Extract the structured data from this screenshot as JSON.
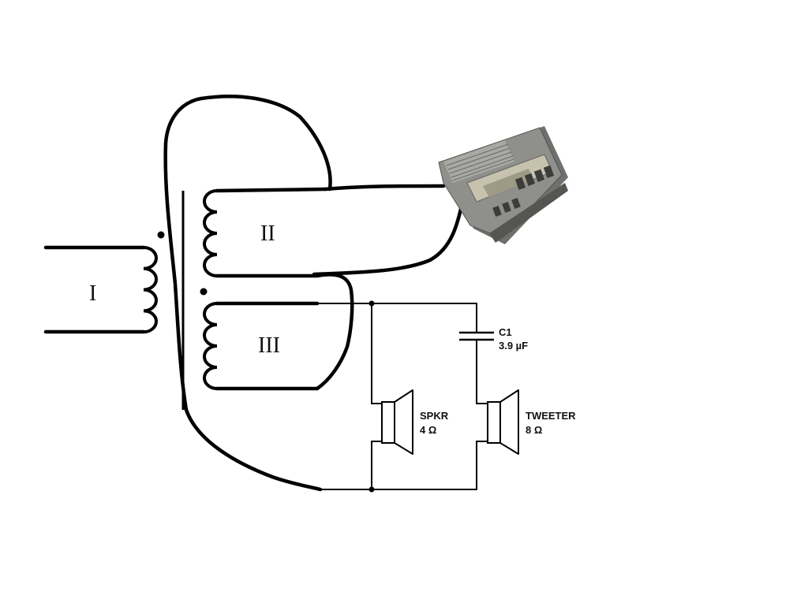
{
  "windings": {
    "primary": "I",
    "secondary": "II",
    "tertiary": "III"
  },
  "capacitor": {
    "ref": "C1",
    "value": "3.9 µF"
  },
  "speaker": {
    "name": "SPKR",
    "impedance": "4 Ω"
  },
  "tweeter": {
    "name": "TWEETER",
    "impedance": "8 Ω"
  },
  "icons": [
    "transformer-core-icon",
    "winding-coil-icon",
    "polarity-dot-icon",
    "capacitor-icon",
    "speaker-icon",
    "tweeter-icon",
    "cassette-recorder-icon"
  ],
  "colors": {
    "ink": "#000000",
    "device_body": "#8a8a88",
    "device_panel": "#b9b6a6"
  }
}
